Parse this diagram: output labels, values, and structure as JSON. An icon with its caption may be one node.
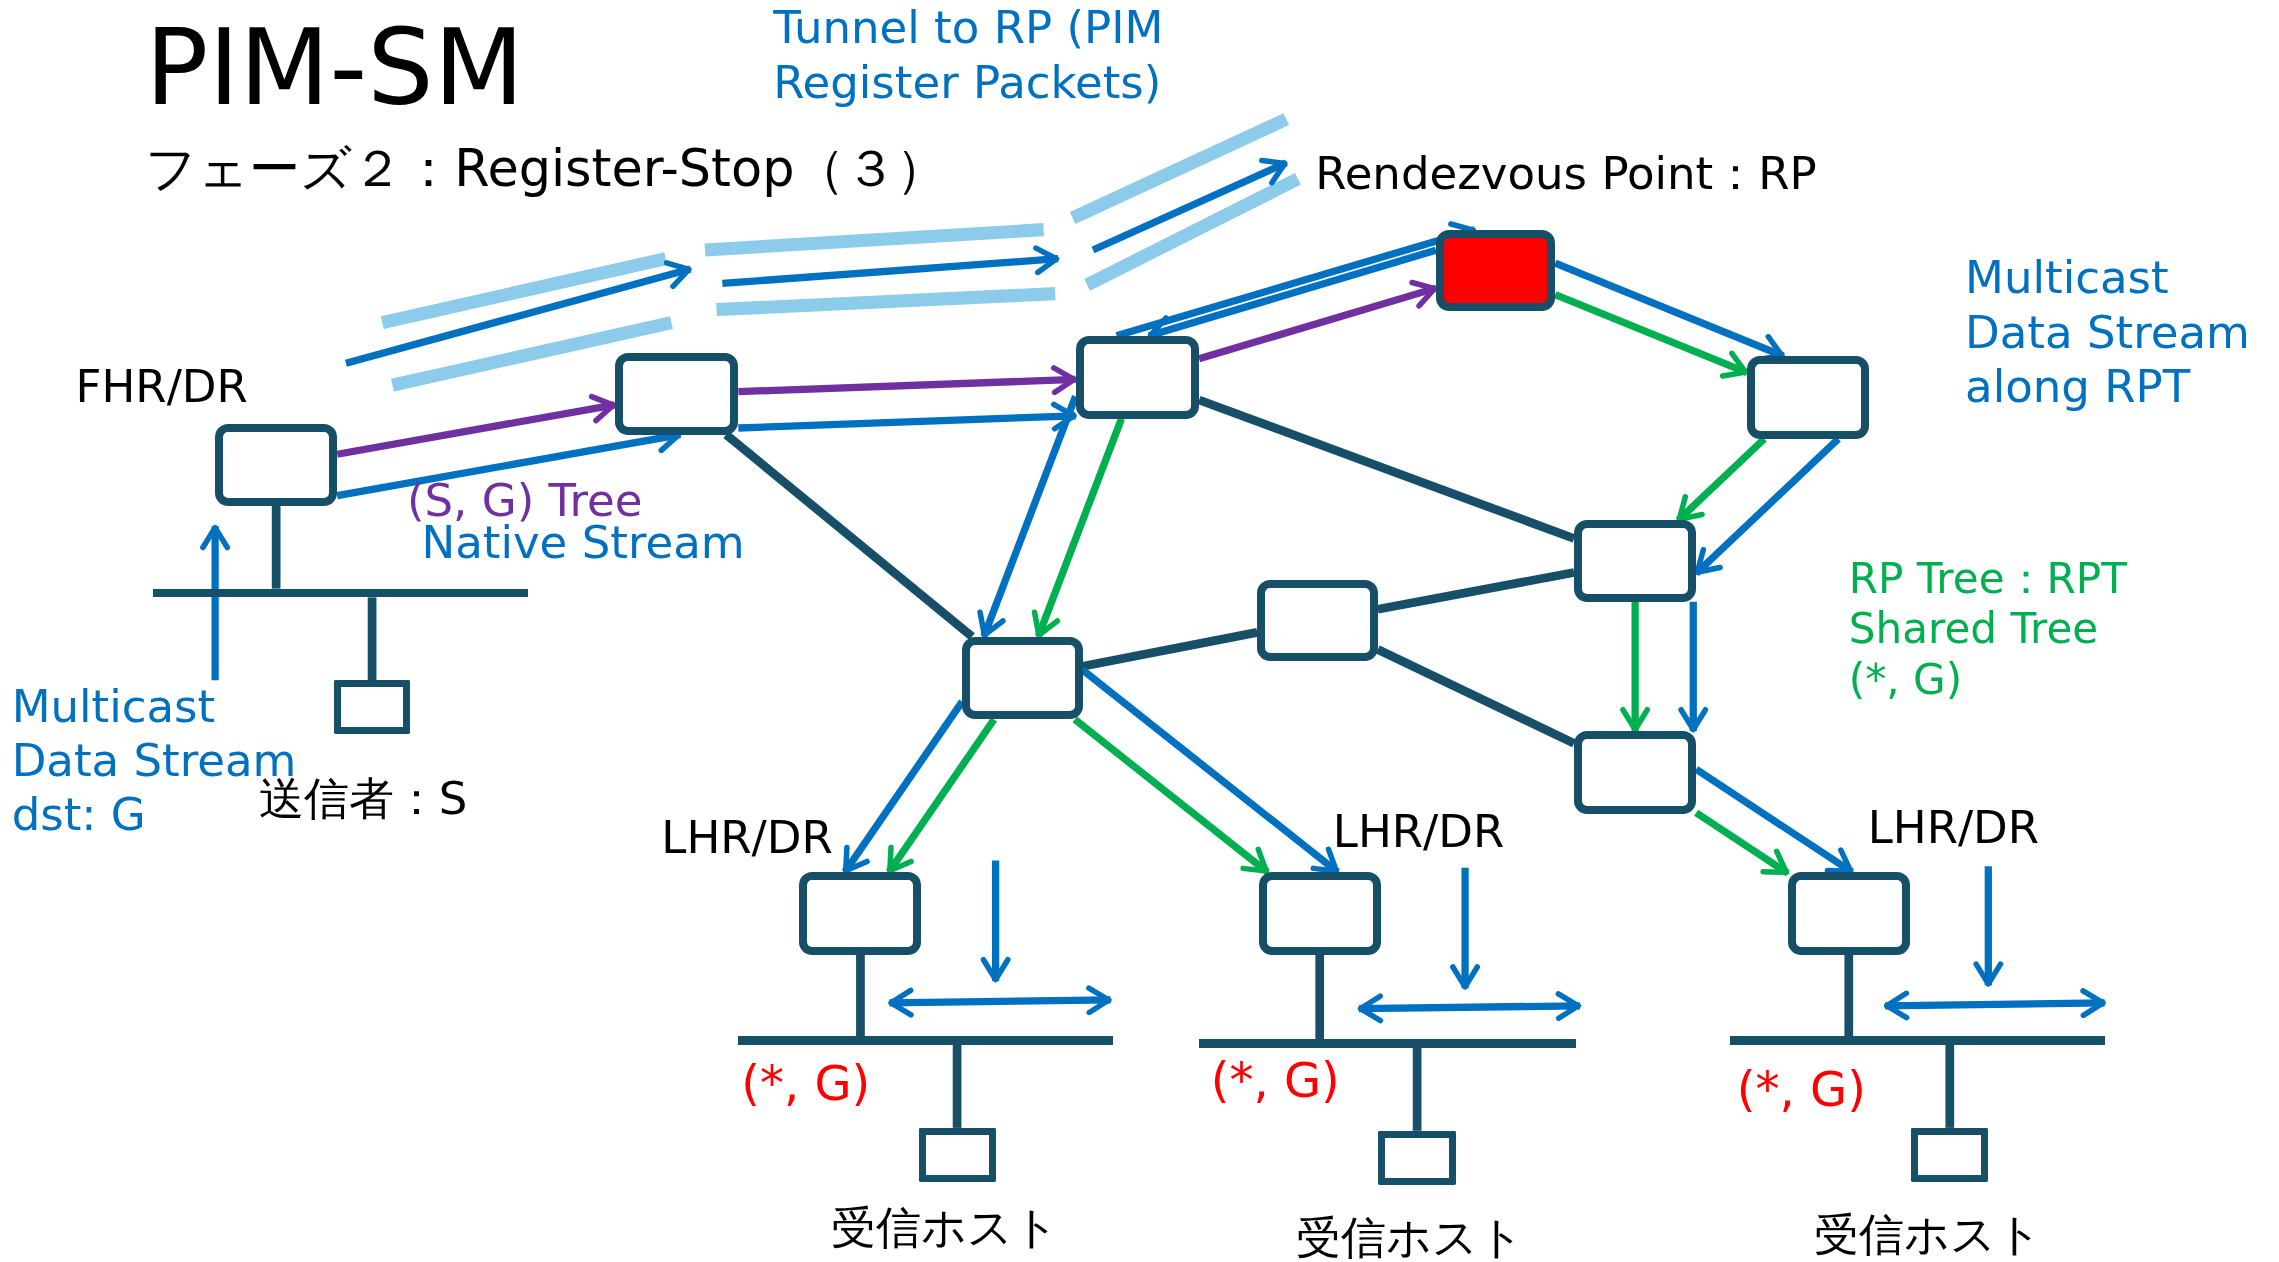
{
  "diagram": {
    "title": "PIM-SM",
    "nodes": [
      {
        "text": [],
        "shape": "box",
        "beside": [
          "FHR/DR"
        ]
      },
      {
        "text": [],
        "shape": "bar"
      },
      {
        "text": [],
        "shape": "box",
        "beside": [
          "送信者：S"
        ]
      },
      {
        "text": [],
        "shape": "box"
      },
      {
        "text": [],
        "shape": "box"
      },
      {
        "text": [],
        "shape": "box",
        "beside": [
          "Rendezvous Point：RP"
        ]
      },
      {
        "text": [],
        "shape": "box"
      },
      {
        "text": [],
        "shape": "box"
      },
      {
        "text": [],
        "shape": "box"
      },
      {
        "text": [],
        "shape": "box"
      },
      {
        "text": [],
        "shape": "box"
      },
      {
        "text": [],
        "shape": "box",
        "beside": [
          "LHR/DR"
        ]
      },
      {
        "text": [],
        "shape": "box",
        "beside": [
          "LHR/DR"
        ]
      },
      {
        "text": [],
        "shape": "box",
        "beside": [
          "LHR/DR"
        ]
      },
      {
        "text": [],
        "shape": "bar"
      },
      {
        "text": [],
        "shape": "box",
        "beside": [
          "受信ホスト"
        ]
      },
      {
        "text": [],
        "shape": "bar"
      },
      {
        "text": [],
        "shape": "box",
        "beside": [
          "受信ホスト"
        ]
      },
      {
        "text": [],
        "shape": "bar"
      },
      {
        "text": [],
        "shape": "box",
        "beside": [
          "受信ホスト"
        ]
      }
    ],
    "edges": [
      {
        "from": 0,
        "to": 3,
        "arrow": "to",
        "color": "#7030a0"
      },
      {
        "from": 3,
        "to": 4,
        "arrow": "to",
        "color": "#7030a0"
      },
      {
        "from": 4,
        "to": 5,
        "arrow": "to",
        "color": "#7030a0"
      },
      {
        "from": 5,
        "to": 6,
        "arrow": "to",
        "color": "#00b050"
      },
      {
        "from": 6,
        "to": 7,
        "arrow": "to",
        "color": "#00b050"
      },
      {
        "from": 4,
        "to": 9,
        "arrow": "to",
        "color": "#00b050"
      },
      {
        "from": 7,
        "to": 10,
        "arrow": "to",
        "color": "#00b050"
      },
      {
        "from": 9,
        "to": 11,
        "arrow": "to",
        "color": "#00b050"
      },
      {
        "from": 9,
        "to": 12,
        "arrow": "to",
        "color": "#00b050"
      },
      {
        "from": 10,
        "to": 13,
        "arrow": "to",
        "color": "#00b050"
      },
      {
        "from": 3,
        "to": 9,
        "arrow": "none"
      },
      {
        "from": 4,
        "to": 7,
        "arrow": "none"
      },
      {
        "from": 9,
        "to": 8,
        "arrow": "none"
      },
      {
        "from": 8,
        "to": 7,
        "arrow": "none"
      },
      {
        "from": 8,
        "to": 10,
        "arrow": "none"
      },
      {
        "from": 0,
        "to": 1,
        "arrow": "none"
      },
      {
        "from": 1,
        "to": 2,
        "arrow": "none"
      },
      {
        "from": 11,
        "to": 14,
        "arrow": "none"
      },
      {
        "from": 14,
        "to": 15,
        "arrow": "none"
      },
      {
        "from": 12,
        "to": 16,
        "arrow": "none"
      },
      {
        "from": 16,
        "to": 17,
        "arrow": "none"
      },
      {
        "from": 13,
        "to": 18,
        "arrow": "none"
      },
      {
        "from": 18,
        "to": 19,
        "arrow": "none"
      },
      {
        "from": 0,
        "to": 3,
        "arrow": "to",
        "color": "#0070c0"
      },
      {
        "from": 3,
        "to": 4,
        "arrow": "to",
        "color": "#0070c0"
      },
      {
        "from": 4,
        "to": 5,
        "arrow": "to",
        "color": "#0070c0"
      },
      {
        "from": 5,
        "to": 4,
        "arrow": "to",
        "color": "#0070c0"
      },
      {
        "from": 5,
        "to": 6,
        "arrow": "to",
        "color": "#0070c0"
      },
      {
        "from": 6,
        "to": 7,
        "arrow": "to",
        "color": "#0070c0"
      },
      {
        "from": 4,
        "to": 9,
        "arrow": "to",
        "color": "#0070c0"
      },
      {
        "from": 7,
        "to": 10,
        "arrow": "to",
        "color": "#0070c0"
      },
      {
        "from": 9,
        "to": 11,
        "arrow": "to",
        "color": "#0070c0"
      },
      {
        "from": 9,
        "to": 12,
        "arrow": "to",
        "color": "#0070c0"
      },
      {
        "from": 10,
        "to": 13,
        "arrow": "to",
        "color": "#0070c0"
      }
    ],
    "labels": [
      "Tunnel to RP (PIM Register Packets)",
      "フェーズ２：Register-Stop（３）",
      "Multicast Data Stream along RPT",
      "(S, G) Tree",
      "Native Stream",
      "RP Tree：RPT Shared Tree (*, G)",
      "Multicast Data Stream dst: G",
      "(*, G)",
      "(*, G)",
      "(*, G)"
    ]
  }
}
